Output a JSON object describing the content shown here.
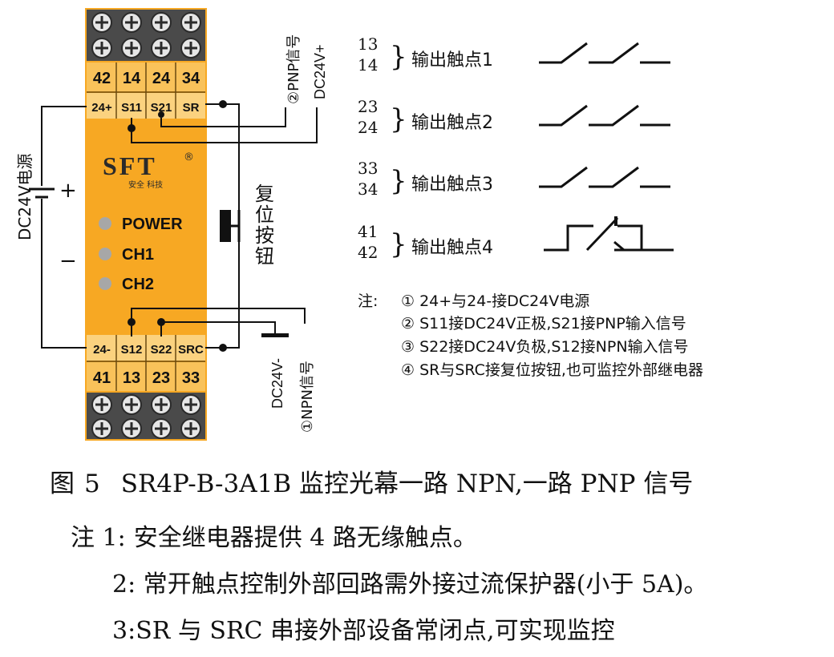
{
  "module": {
    "logo": "SFT",
    "logo_mark": "®",
    "logo_sub": "安全 科技",
    "leds": [
      "POWER",
      "CH1",
      "CH2"
    ],
    "top_numbers": [
      "42",
      "14",
      "24",
      "34"
    ],
    "top_terminals": [
      "24+",
      "S11",
      "S21",
      "SR"
    ],
    "bottom_terminals": [
      "24-",
      "S12",
      "S22",
      "SRC"
    ],
    "bottom_numbers": [
      "41",
      "13",
      "23",
      "33"
    ]
  },
  "labels": {
    "pnp_signal": "②PNP信号",
    "dc24_plus": "DC24V+",
    "dc24_minus": "DC24V-",
    "npn_signal": "①NPN信号",
    "power": "DC24V电源",
    "plus": "+",
    "minus": "−",
    "reset_button": "复位按钮"
  },
  "contacts": [
    {
      "a": "13",
      "b": "14",
      "label": "输出触点1"
    },
    {
      "a": "23",
      "b": "24",
      "label": "输出触点2"
    },
    {
      "a": "33",
      "b": "34",
      "label": "输出触点3"
    },
    {
      "a": "41",
      "b": "42",
      "label": "输出触点4"
    }
  ],
  "legend": {
    "title": "注:",
    "items": [
      "① 24+与24-接DC24V电源",
      "② S11接DC24V正极,S21接PNP输入信号",
      "③ S22接DC24V负极,S12接NPN输入信号",
      "④ SR与SRC接复位按钮,也可监控外部继电器"
    ]
  },
  "caption": {
    "fig": "图",
    "num": "5",
    "text": "SR4P-B-3A1B 监控光幕一路 NPN,一路 PNP 信号"
  },
  "notes": {
    "label": "注 1:",
    "note1": "安全继电器提供 4 路无缘触点。",
    "note2": "2: 常开触点控制外部回路需外接过流保护器(小于 5A)。",
    "note3": "3:SR 与 SRC 串接外部设备常闭点,可实现监控"
  },
  "colors": {
    "module": "#f7a823",
    "terminal_row": "#f9c25a",
    "screw": "#3f3f3f",
    "screw_face": "#e6e6e6"
  }
}
